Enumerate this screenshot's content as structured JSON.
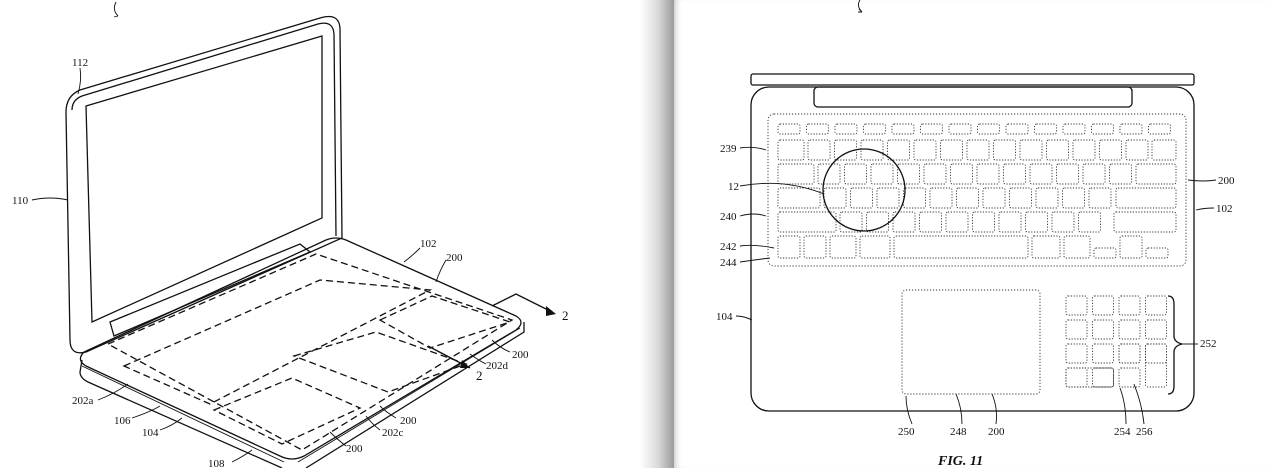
{
  "left_figure": {
    "labels": {
      "l112": "112",
      "l110": "110",
      "l102": "102",
      "l200a": "200",
      "l2a": "2",
      "l2b": "2",
      "l200b": "200",
      "l202d": "202d",
      "l202a": "202a",
      "l106": "106",
      "l104": "104",
      "l108": "108",
      "l200c": "200",
      "l202c": "202c",
      "l200d": "200"
    }
  },
  "right_figure": {
    "caption": "FIG. 11",
    "labels": {
      "l239": "239",
      "l12": "12",
      "l240": "240",
      "l242": "242",
      "l244": "244",
      "l104": "104",
      "l200a": "200",
      "l102": "102",
      "l252": "252",
      "l250": "250",
      "l248": "248",
      "l200b": "200",
      "l254": "254",
      "l256": "256"
    }
  }
}
